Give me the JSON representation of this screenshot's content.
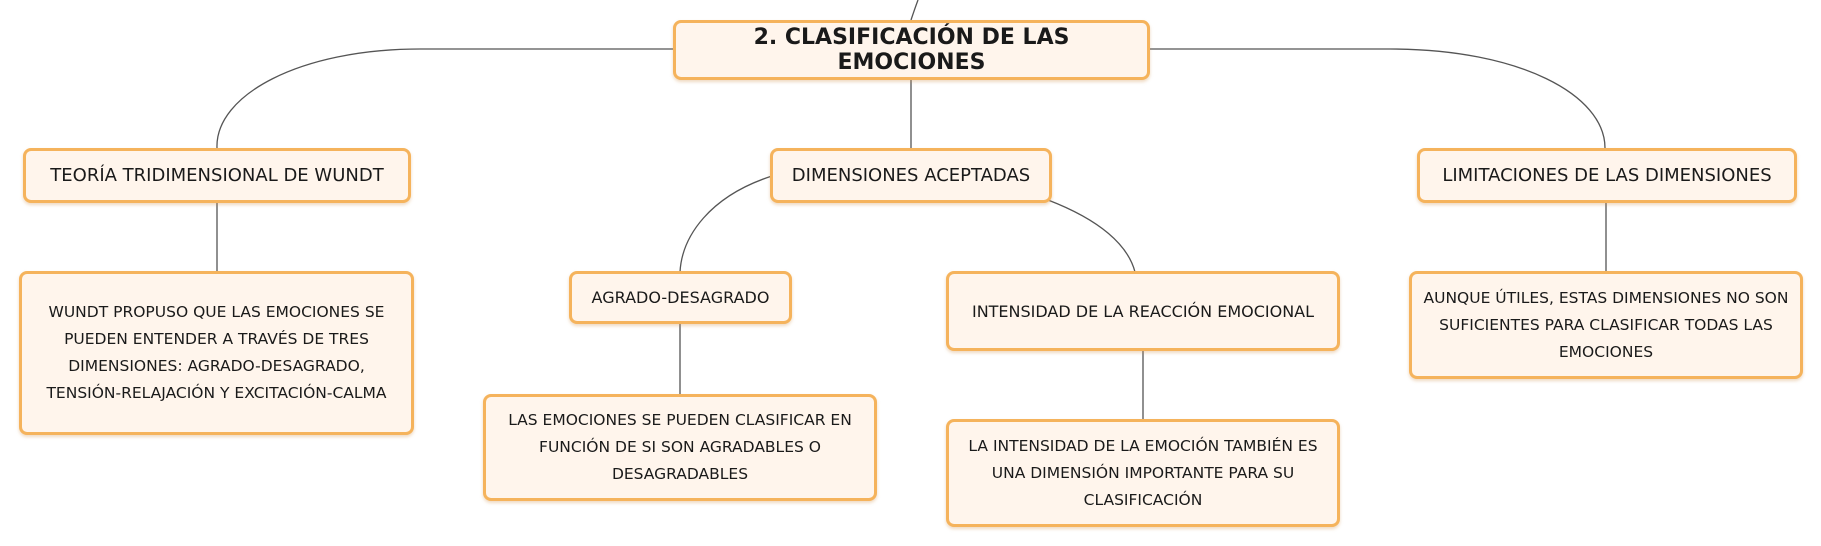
{
  "diagram": {
    "root": {
      "label": "2. CLASIFICACIÓN DE LAS EMOCIONES"
    },
    "branches": {
      "wundt": {
        "title": "TEORÍA TRIDIMENSIONAL DE WUNDT",
        "description": "WUNDT PROPUSO QUE LAS EMOCIONES SE PUEDEN ENTENDER A TRAVÉS DE TRES DIMENSIONES: AGRADO-DESAGRADO, TENSIÓN-RELAJACIÓN Y EXCITACIÓN-CALMA"
      },
      "dimensiones": {
        "title": "DIMENSIONES ACEPTADAS",
        "agrado": {
          "title": "AGRADO-DESAGRADO",
          "description": "LAS EMOCIONES SE PUEDEN CLASIFICAR EN FUNCIÓN DE SI SON AGRADABLES O DESAGRADABLES"
        },
        "intensidad": {
          "title": "INTENSIDAD DE LA REACCIÓN EMOCIONAL",
          "description": "LA INTENSIDAD DE LA EMOCIÓN TAMBIÉN ES UNA DIMENSIÓN IMPORTANTE PARA SU CLASIFICACIÓN"
        }
      },
      "limitaciones": {
        "title": "LIMITACIONES DE LAS DIMENSIONES",
        "description": "AUNQUE ÚTILES, ESTAS DIMENSIONES NO SON SUFICIENTES PARA CLASIFICAR TODAS LAS EMOCIONES"
      }
    }
  },
  "colors": {
    "node_border": "#f5b35c",
    "node_fill": "#fff5ec",
    "connector": "#555555",
    "text": "#1a1a1a"
  }
}
